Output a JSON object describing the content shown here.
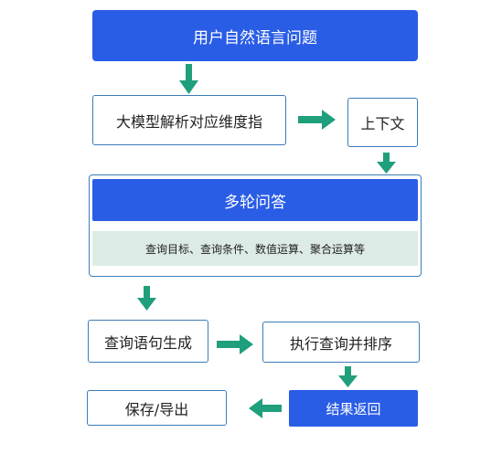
{
  "nodes": {
    "user_question": "用户自然语言问题",
    "llm_parse": "大模型解析对应维度指",
    "context": "上下文",
    "multi_round": "多轮问答",
    "multi_round_detail": "查询目标、查询条件、数值运算、聚合运算等",
    "query_gen": "查询语句生成",
    "exec_sort": "执行查询并排序",
    "result_return": "结果返回",
    "save_export": "保存/导出"
  },
  "colors": {
    "primary_blue": "#2a5de6",
    "arrow_green": "#1f9f7c",
    "border_blue": "#3a7cb8",
    "detail_band": "#dcebe6"
  }
}
